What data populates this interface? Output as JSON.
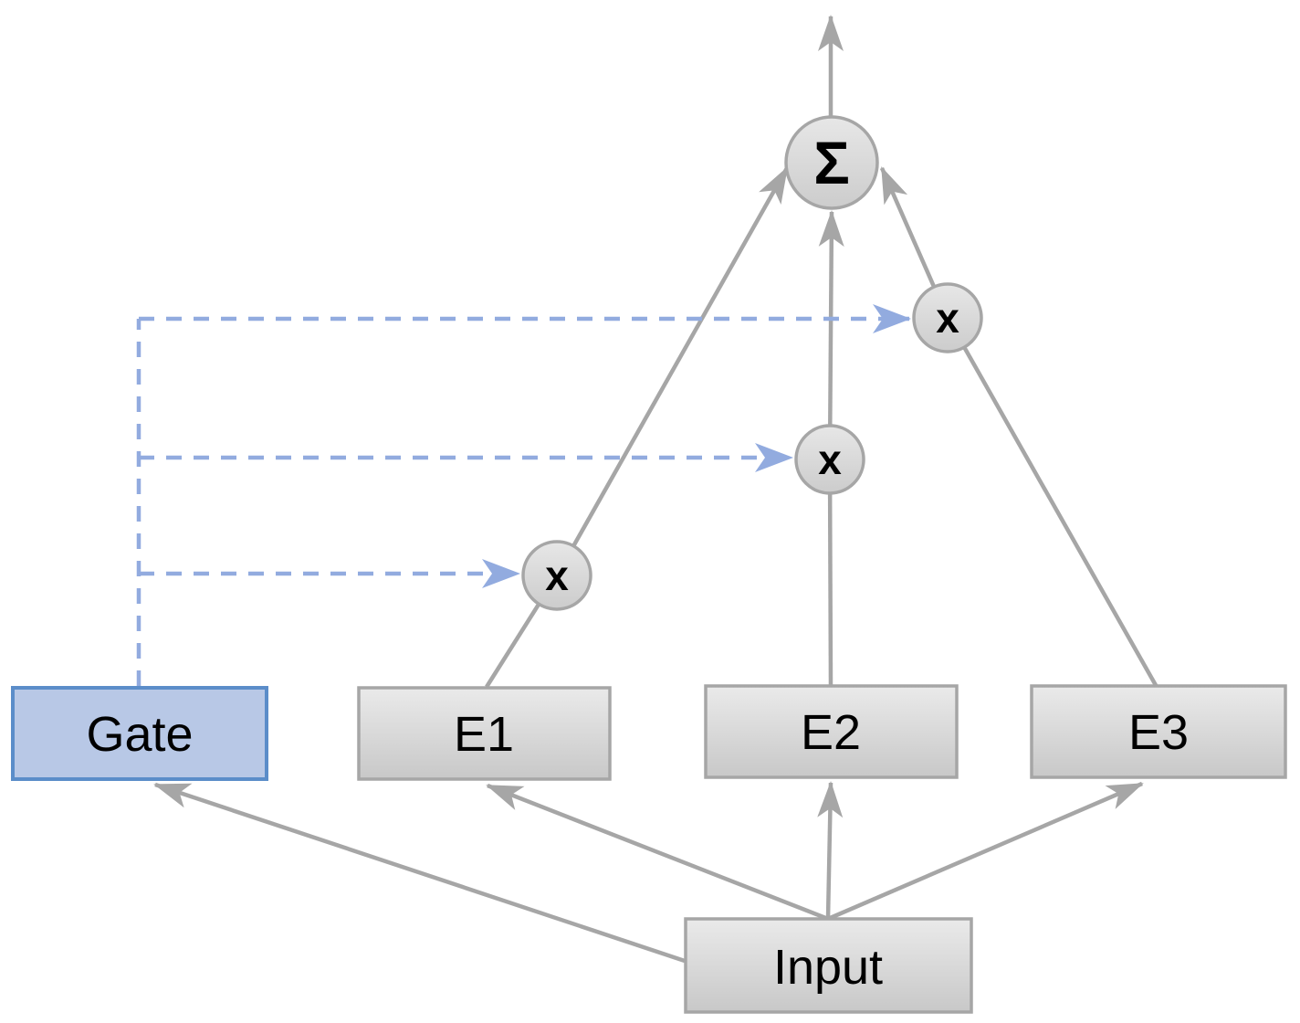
{
  "diagram": {
    "type": "mixture-of-experts-architecture",
    "nodes": {
      "gate": {
        "label": "Gate"
      },
      "expert1": {
        "label": "E1"
      },
      "expert2": {
        "label": "E2"
      },
      "expert3": {
        "label": "E3"
      },
      "input": {
        "label": "Input"
      },
      "sum": {
        "symbol": "Σ"
      },
      "multiply1": {
        "symbol": "x"
      },
      "multiply2": {
        "symbol": "x"
      },
      "multiply3": {
        "symbol": "x"
      }
    },
    "edges": [
      {
        "from": "input",
        "to": "gate",
        "style": "solid-gray-arrow"
      },
      {
        "from": "input",
        "to": "expert1",
        "style": "solid-gray-arrow"
      },
      {
        "from": "input",
        "to": "expert2",
        "style": "solid-gray-arrow"
      },
      {
        "from": "input",
        "to": "expert3",
        "style": "solid-gray-arrow"
      },
      {
        "from": "expert1",
        "via": "multiply1",
        "to": "sum",
        "style": "solid-gray-arrow"
      },
      {
        "from": "expert2",
        "via": "multiply2",
        "to": "sum",
        "style": "solid-gray-arrow"
      },
      {
        "from": "expert3",
        "via": "multiply3",
        "to": "sum",
        "style": "solid-gray-arrow"
      },
      {
        "from": "gate",
        "to": "multiply1",
        "style": "dashed-blue-arrow"
      },
      {
        "from": "gate",
        "to": "multiply2",
        "style": "dashed-blue-arrow"
      },
      {
        "from": "gate",
        "to": "multiply3",
        "style": "dashed-blue-arrow"
      },
      {
        "from": "sum",
        "to": "output",
        "style": "solid-gray-arrow"
      }
    ],
    "colors": {
      "background": "#ffffff",
      "expert_fill_top": "#eaeaea",
      "expert_fill_bottom": "#c8c8c8",
      "node_border_gray": "#a6a6a6",
      "arrow_gray": "#a6a6a6",
      "arrow_blue_dashed": "#92abdf",
      "gate_fill": "#b8c8e6",
      "gate_border": "#5b8dc9",
      "text": "#000000"
    }
  }
}
